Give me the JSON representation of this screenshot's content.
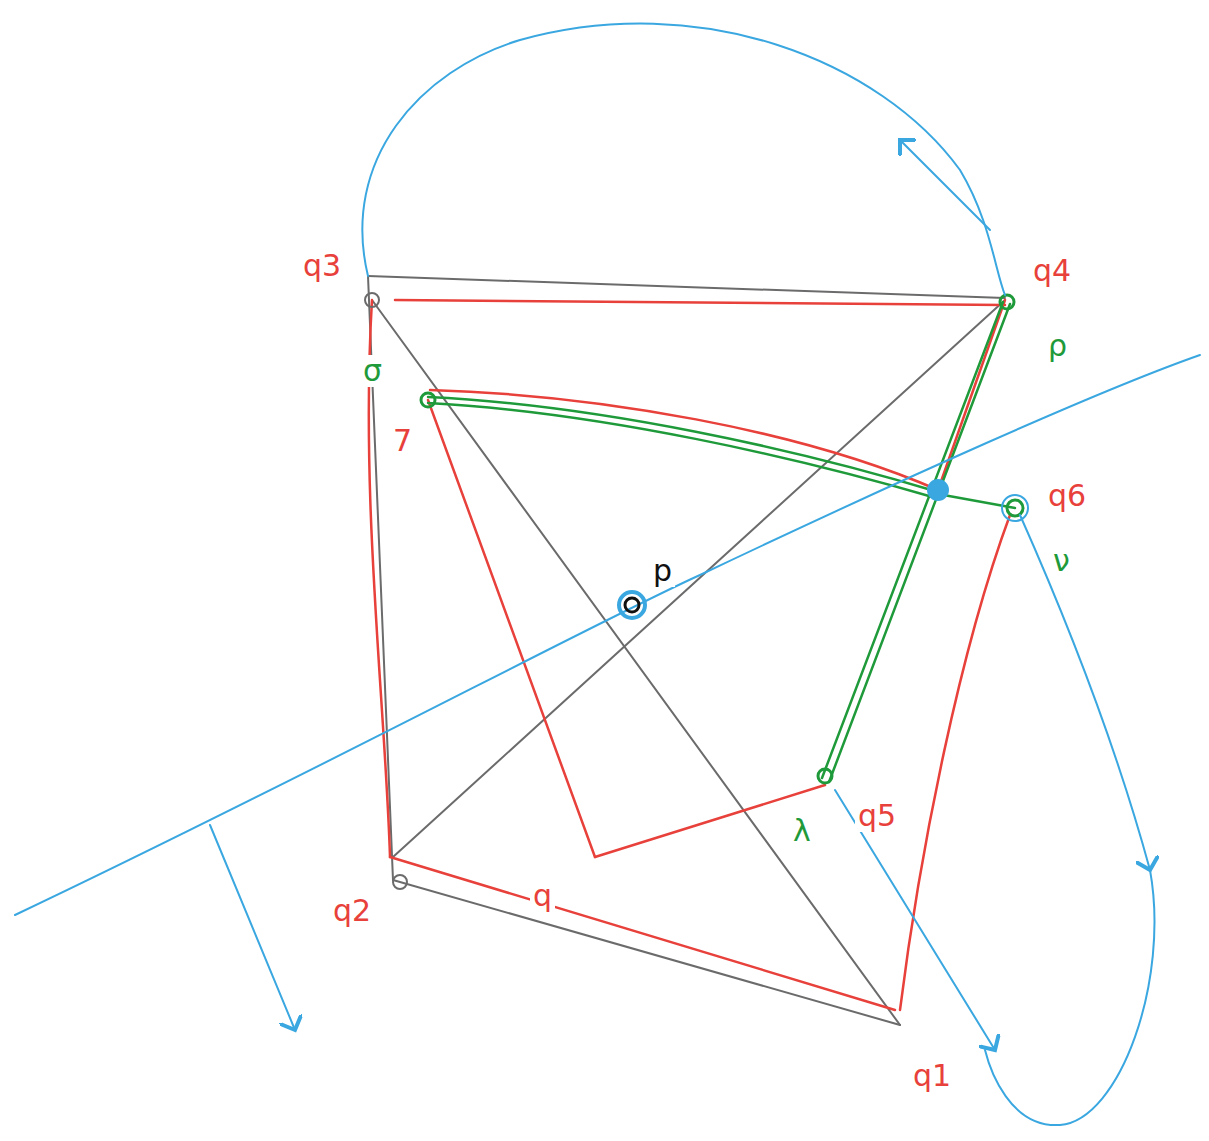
{
  "diagram": {
    "labels": [
      "q3",
      "q4",
      "7",
      "q6",
      "q5",
      "q2",
      "q1",
      "q",
      "p",
      "σ",
      "ρ",
      "ν",
      "λ"
    ]
  }
}
